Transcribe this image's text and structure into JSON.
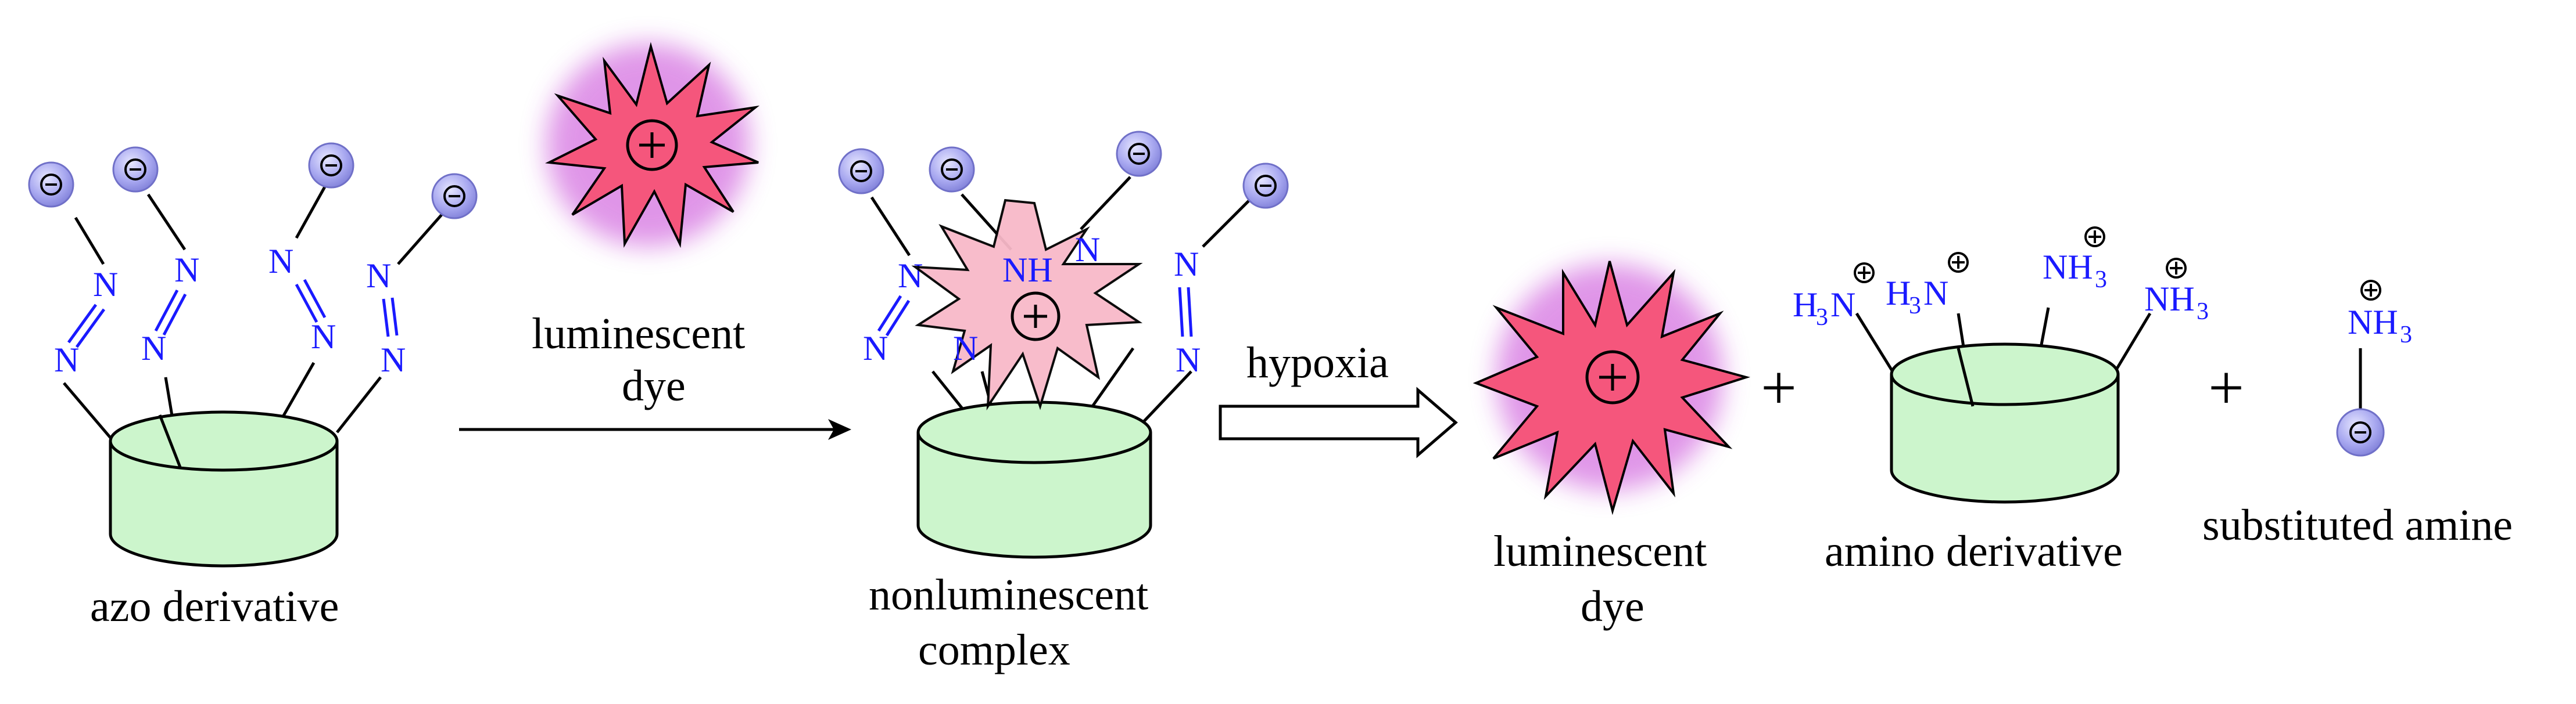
{
  "labels": {
    "azo_derivative": "azo derivative",
    "luminescent_dye_top_1": "luminescent",
    "luminescent_dye_top_2": "dye",
    "nonluminescent_1": "nonluminescent",
    "nonluminescent_2": "complex",
    "hypoxia": "hypoxia",
    "luminescent_dye_right_1": "luminescent",
    "luminescent_dye_right_2": "dye",
    "amino_derivative": "amino derivative",
    "substituted_amine": "substituted amine",
    "plus_1": "+",
    "plus_2": "+"
  },
  "chem": {
    "N": "N",
    "NH": "NH",
    "H3N_H": "H",
    "H3N_3": "3",
    "H3N_N": "N",
    "NH3_NH": "NH",
    "NH3_3": "3",
    "minus": "−",
    "plus_charge": "+"
  },
  "colors": {
    "cylinder_fill": "#ccf5cc",
    "cylinder_stroke": "#000000",
    "dye_fill": "#f5567c",
    "dye_glow": "#c63fd6",
    "dye_pale_fill": "#f8b9c9",
    "anion_fill": "#b7b7f5",
    "azo_blue": "#1a1aff"
  }
}
